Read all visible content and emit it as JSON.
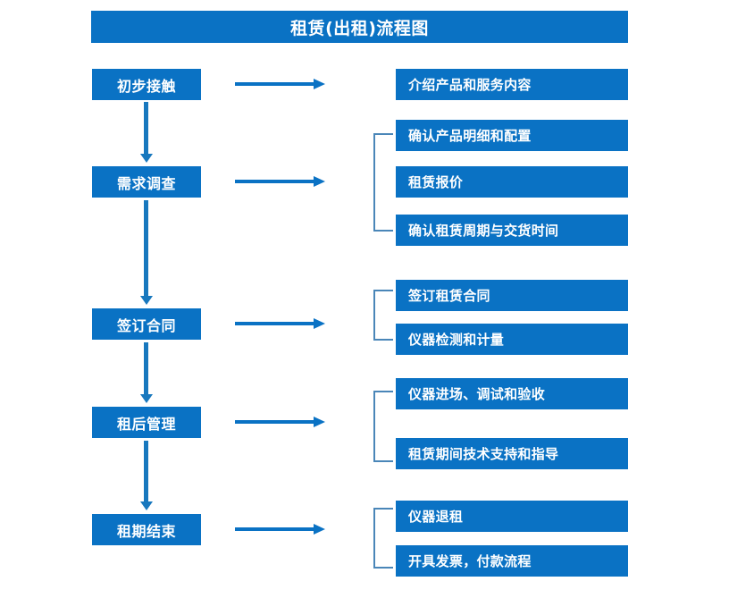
{
  "title": "租赁(出租)流程图",
  "colors": {
    "primary_blue": "#0a72c4",
    "arrow_blue": "#1878be",
    "bracket_blue": "#4a86b8",
    "text_white": "#ffffff",
    "background": "#ffffff"
  },
  "stages": [
    {
      "label": "初步接触"
    },
    {
      "label": "需求调查"
    },
    {
      "label": "签订合同"
    },
    {
      "label": "租后管理"
    },
    {
      "label": "租期结束"
    }
  ],
  "details": [
    {
      "label": "介绍产品和服务内容"
    },
    {
      "label": "确认产品明细和配置"
    },
    {
      "label": "租赁报价"
    },
    {
      "label": "确认租赁周期与交货时间"
    },
    {
      "label": "签订租赁合同"
    },
    {
      "label": "仪器检测和计量"
    },
    {
      "label": "仪器进场、调试和验收"
    },
    {
      "label": "租赁期间技术支持和指导"
    },
    {
      "label": "仪器退租"
    },
    {
      "label": "开具发票，付款流程"
    }
  ],
  "groups": [
    {
      "stage": "需求调查",
      "detail_indices": [
        1,
        2,
        3
      ]
    },
    {
      "stage": "签订合同",
      "detail_indices": [
        4,
        5
      ]
    },
    {
      "stage": "租后管理",
      "detail_indices": [
        6,
        7
      ]
    },
    {
      "stage": "租期结束",
      "detail_indices": [
        8,
        9
      ]
    }
  ]
}
